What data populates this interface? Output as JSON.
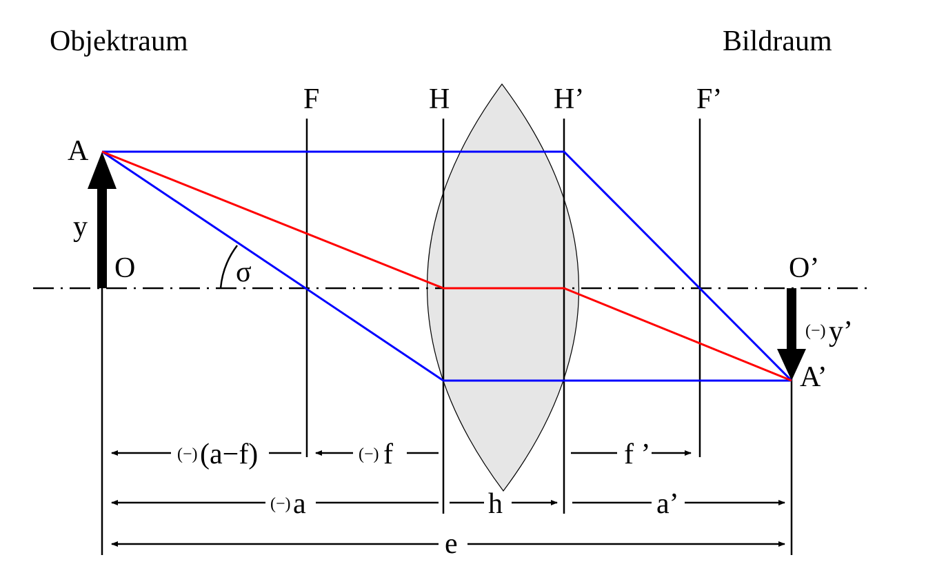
{
  "regions": {
    "object_space": "Objektraum",
    "image_space": "Bildraum"
  },
  "planes": {
    "focal_object": "F",
    "principal_object": "H",
    "principal_image": "H’",
    "focal_image": "F’"
  },
  "points": {
    "object_tip": "A",
    "object_base": "O",
    "image_base": "O’",
    "image_tip": "A’"
  },
  "quantities": {
    "object_height": "y",
    "angle": "σ",
    "image_height_sign": "(−)",
    "image_height": "y’"
  },
  "dimensions": {
    "row1": {
      "a_minus_f_sign": "(−)",
      "a_minus_f": "(a−f)",
      "f_sign": "(−)",
      "f": "f",
      "f_prime": "f ’"
    },
    "row2": {
      "a_sign": "(−)",
      "a": "a",
      "h": "h",
      "a_prime": "a’"
    },
    "row3": {
      "e": "e"
    }
  },
  "colors": {
    "parallel_rays": "#0000ff",
    "principal_ray": "#ff0000",
    "lens_fill": "#e6e6e6",
    "lines": "#000000"
  }
}
